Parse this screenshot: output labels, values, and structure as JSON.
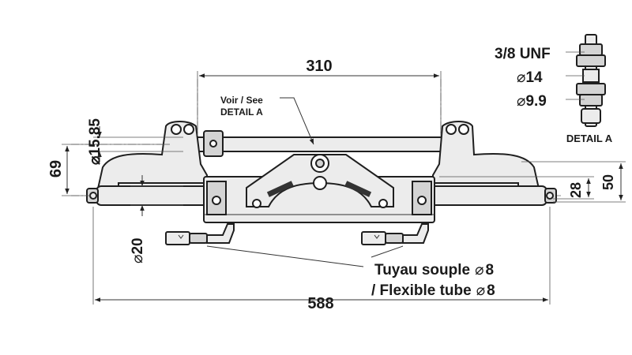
{
  "dimensions": {
    "width_310": "310",
    "width_588": "588",
    "height_69": "69",
    "dia_15_85": "15.85",
    "dia_20": "20",
    "height_28": "28",
    "height_50": "50"
  },
  "labels": {
    "see_detail_line1": "Voir / See",
    "see_detail_line2": "DETAIL A",
    "thread": "3/8 UNF",
    "dia_14": "14",
    "dia_9_9": "9.9",
    "detail_a": "DETAIL A",
    "tube_fr": "Tuyau souple",
    "tube_fr_size": "8",
    "tube_en": "/ Flexible tube",
    "tube_en_size": "8"
  },
  "symbols": {
    "diameter": "⌀"
  }
}
